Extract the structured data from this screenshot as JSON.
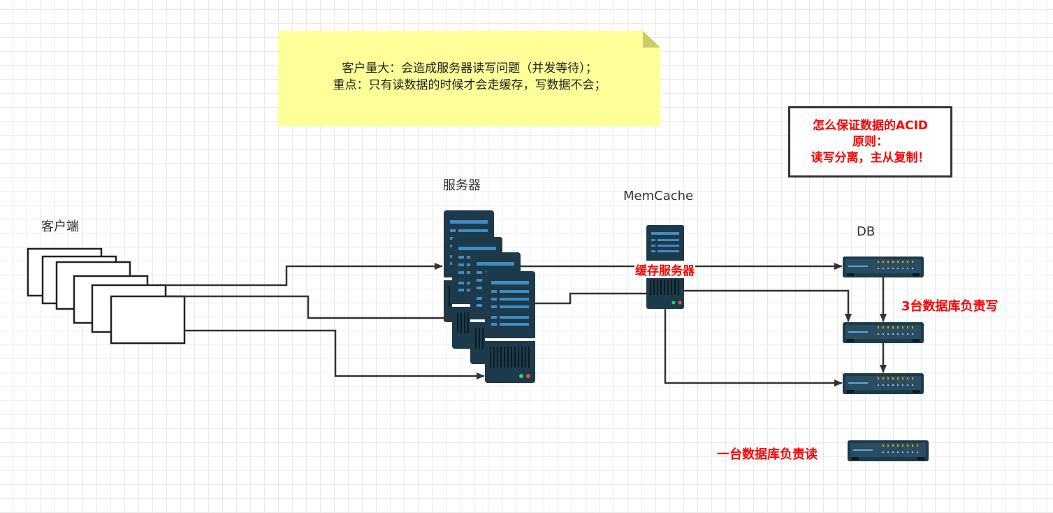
{
  "note": {
    "line1": "客户量大：会造成服务器读写问题（并发等待）；",
    "line2": "重点：只有读数据的时候才会走缓存，写数据不会；"
  },
  "principle_box": {
    "line1": "怎么保证数据的ACID",
    "line2": "原则：",
    "line3": "读写分离，主从复制！"
  },
  "labels": {
    "client": "客户端",
    "server": "服务器",
    "memcache": "MemCache",
    "cache_server": "缓存服务器",
    "db": "DB",
    "write_dbs": "3台数据库负责写",
    "read_db": "一台数据库负责读"
  },
  "icons": [
    "server-rack-icon",
    "memcache-server-icon",
    "database-switch-icon"
  ],
  "colors": {
    "server_dark": "#1d3a4a",
    "server_accent": "#3e8cc4",
    "db_led": "#f0a400",
    "note_fill": "#ffff99",
    "note_fold": "#cccc66",
    "red_text": "#ff0000",
    "arrow": "#333333"
  }
}
